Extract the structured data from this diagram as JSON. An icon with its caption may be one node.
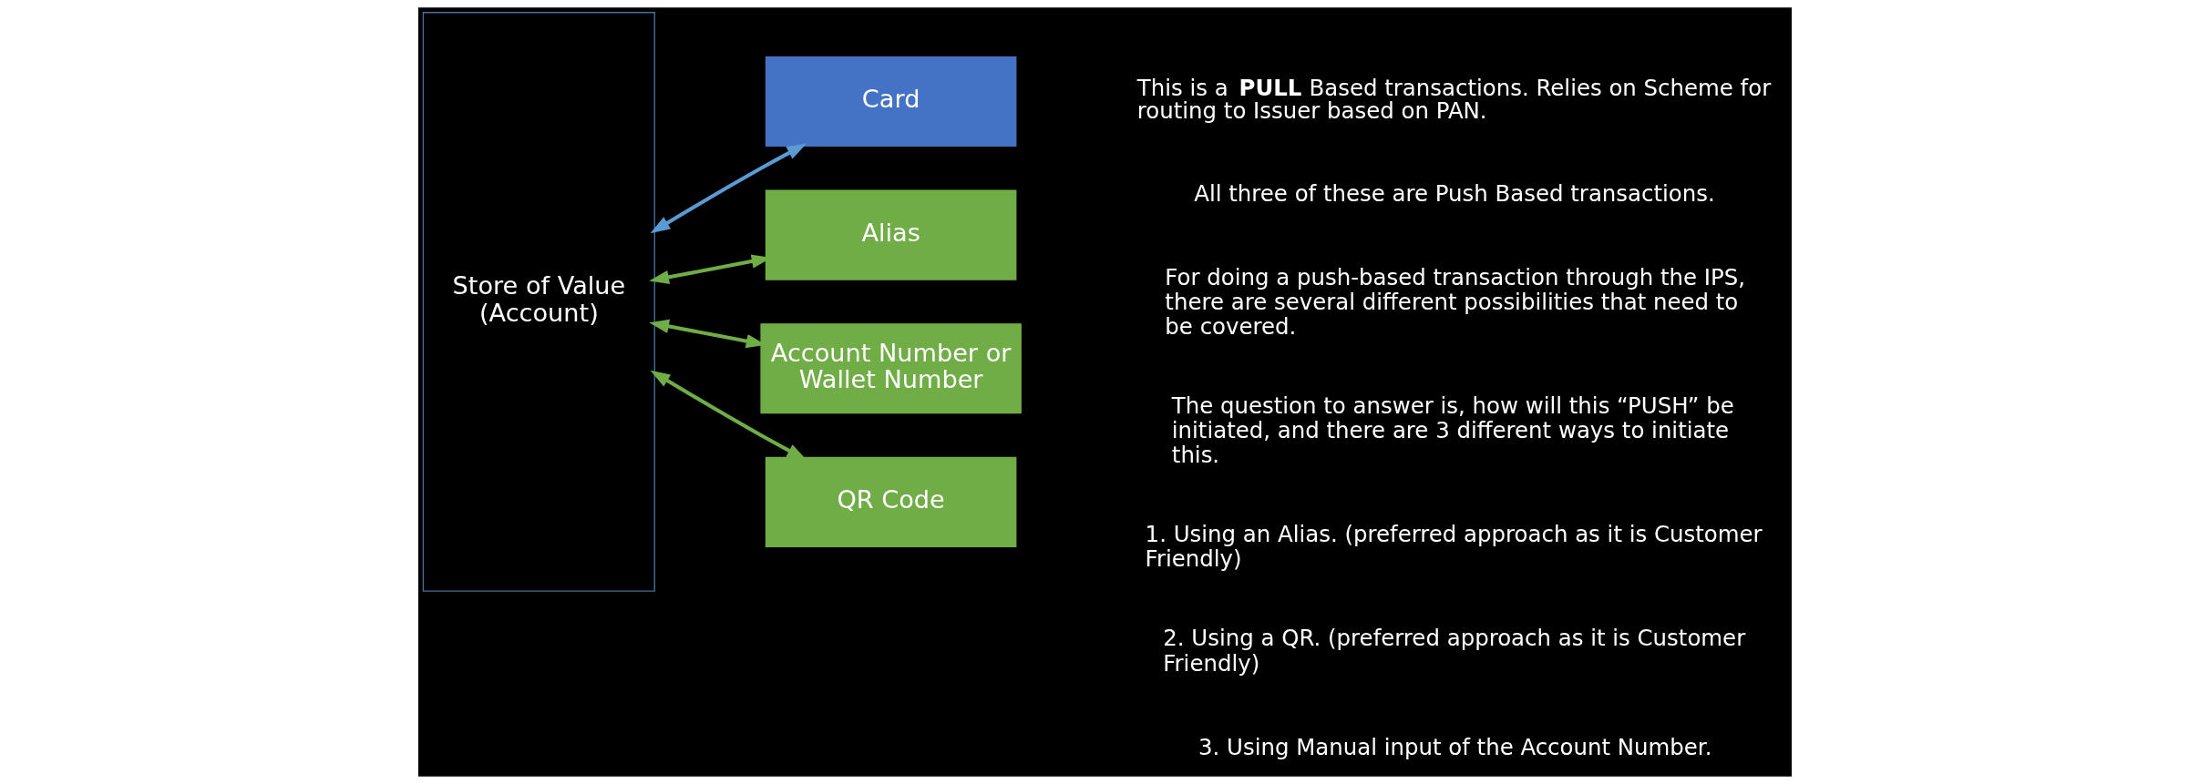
{
  "diagram": {
    "nodes": [
      {
        "text": [
          "Store of Value (Account)"
        ]
      },
      {
        "text": [
          "Card"
        ]
      },
      {
        "text": [
          "Alias"
        ]
      },
      {
        "text": [
          "Account Number or Wallet Number"
        ]
      },
      {
        "text": [
          "QR Code"
        ]
      }
    ],
    "edges": [
      {
        "from": 0,
        "to": 1,
        "arrow": "both",
        "color": "#5b9bd5"
      },
      {
        "from": 0,
        "to": 2,
        "arrow": "both"
      },
      {
        "from": 0,
        "to": 3,
        "arrow": "both"
      },
      {
        "from": 0,
        "to": 4,
        "arrow": "both"
      }
    ],
    "labels": [
      "This is a **PULL** Based transactions. Relies on Scheme for routing to Issuer based on PAN.",
      "All three of these are Push Based transactions.",
      "For doing a push-based transaction through the IPS, there are several different possibilities that need to be covered.",
      "The question to answer is, how will this “PUSH” be initiated, and there are 3 different ways to initiate this.",
      "1. Using an Alias. (preferred approach as it is Customer Friendly)",
      "2. Using a QR. (preferred approach as it is Customer Friendly)",
      "3. Using Manual input of the Account Number."
    ]
  }
}
